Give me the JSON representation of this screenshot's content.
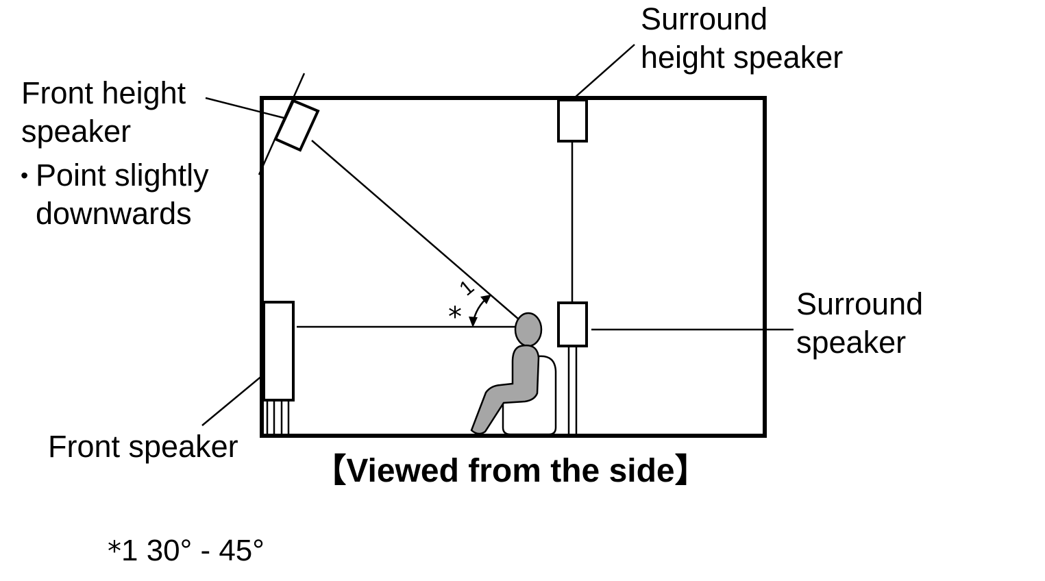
{
  "colors": {
    "line": "#000000",
    "person": "#a6a6a6",
    "background": "#ffffff"
  },
  "labels": {
    "front_height": {
      "line1": "Front height",
      "line2": "speaker",
      "note_bullet": "•",
      "note_line1": "Point slightly",
      "note_line2": "downwards"
    },
    "surround_height": {
      "line1": "Surround",
      "line2": "height speaker"
    },
    "surround": {
      "line1": "Surround",
      "line2": "speaker"
    },
    "front": {
      "line1": "Front speaker"
    }
  },
  "angle_marker": {
    "star": "*",
    "number": "1"
  },
  "caption": "【Viewed from the side】",
  "footnote": {
    "mark": "*",
    "text": "1 30° - 45°"
  }
}
